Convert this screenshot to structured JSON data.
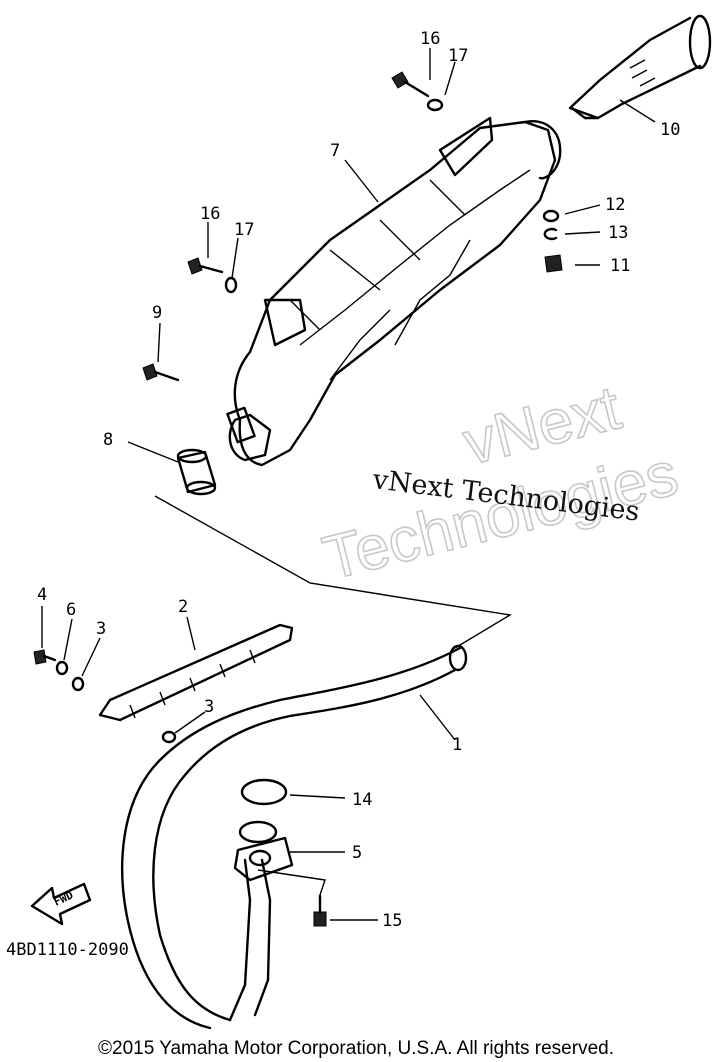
{
  "callouts": {
    "p1": "1",
    "p2": "2",
    "p3a": "3",
    "p3b": "3",
    "p4": "4",
    "p5": "5",
    "p6": "6",
    "p7": "7",
    "p8": "8",
    "p9": "9",
    "p10": "10",
    "p11": "11",
    "p12": "12",
    "p13": "13",
    "p14": "14",
    "p15": "15",
    "p16a": "16",
    "p16b": "16",
    "p17a": "17",
    "p17b": "17"
  },
  "fwd_label": "FWD",
  "diagram_code": "4BD1110-2090",
  "watermark": {
    "big_line1": "vNext",
    "big_line2": "Technologies",
    "small": "vNext Technologies"
  },
  "copyright": "©2015 Yamaha Motor Corporation, U.S.A. All rights reserved."
}
